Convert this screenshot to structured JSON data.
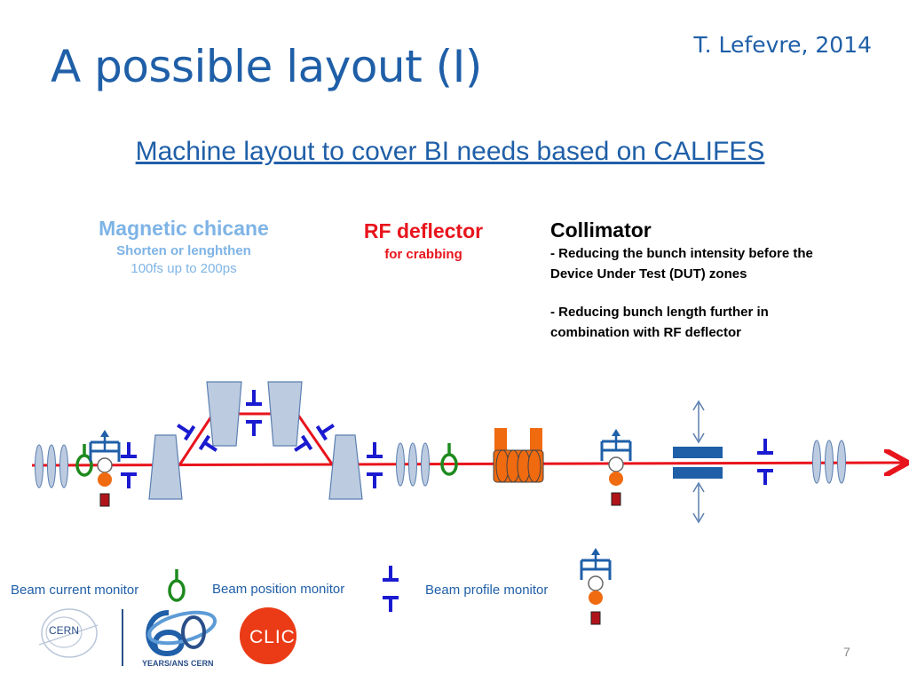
{
  "title": "A possible layout (I)",
  "author": "T. Lefevre, 2014",
  "subtitle": "Machine layout to cover BI needs based on CALIFES",
  "chicane": {
    "title": "Magnetic chicane",
    "line1": "Shorten or lenghthen",
    "line2": "100fs up to 200ps"
  },
  "rf": {
    "title": "RF deflector",
    "line1": "for crabbing"
  },
  "collimator": {
    "title": "Collimator",
    "p1a": "- Reducing the bunch intensity before the",
    "p1b": "Device Under Test (DUT) zones",
    "p2a": "- Reducing bunch length further in",
    "p2b": "combination with RF deflector"
  },
  "legend": {
    "bcm": "Beam current monitor",
    "bpm": "Beam position monitor",
    "bprof": "Beam profile monitor"
  },
  "logos": {
    "cern": "CERN",
    "sixty": "YEARS/ANS CERN",
    "clic": "CLIC"
  },
  "page_number": "7",
  "colors": {
    "title": "#1f5fa8",
    "beam": "#e8141c",
    "bpm": "#1a1ad0",
    "bcm": "#1d8a1d",
    "chicane_text": "#7eb4e6",
    "quad": "#bccbe0",
    "orange": "#f06a10"
  }
}
